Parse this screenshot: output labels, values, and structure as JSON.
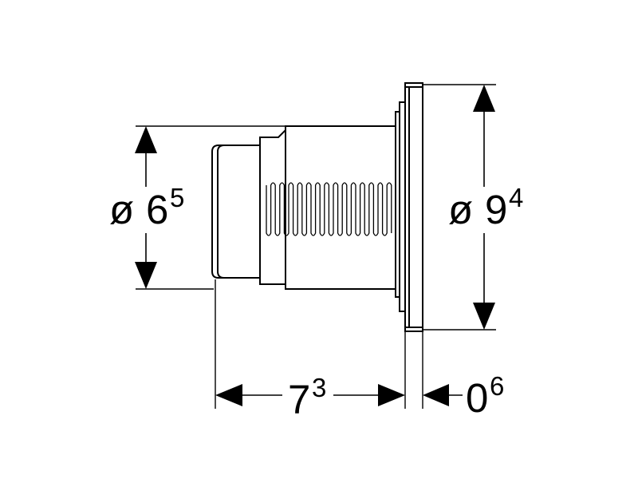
{
  "colors": {
    "line": "#000000",
    "background": "#ffffff"
  },
  "dimensions": {
    "body_diameter": {
      "prefix": "ø",
      "value": "6",
      "superscript": "5"
    },
    "flange_diameter": {
      "prefix": "ø",
      "value": "9",
      "superscript": "4"
    },
    "body_depth": {
      "value": "7",
      "superscript": "3"
    },
    "flange_thickness": {
      "value": "0",
      "superscript": "6"
    }
  }
}
